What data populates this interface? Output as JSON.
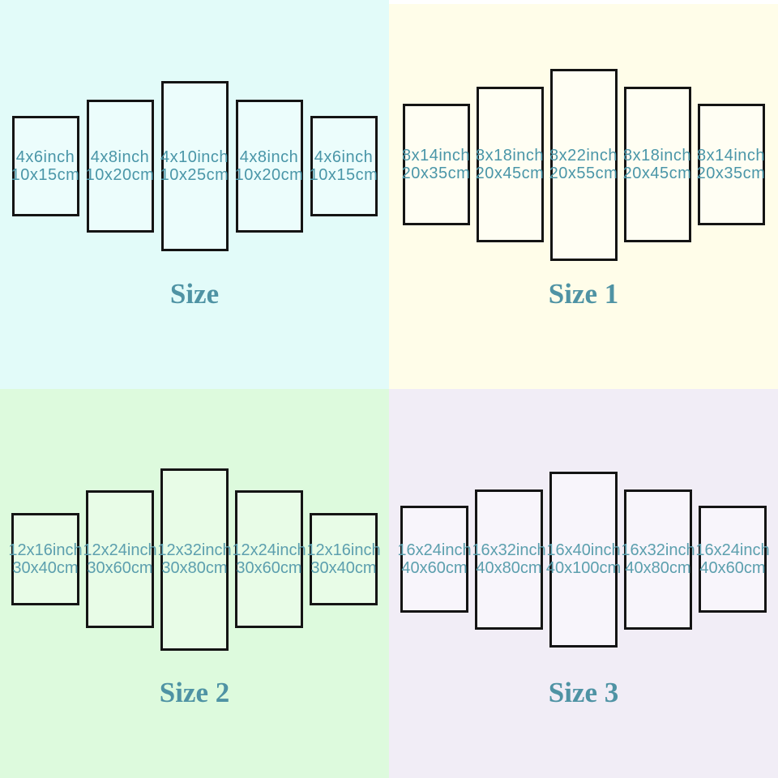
{
  "chart_title": "5-panel canvas wall art size chart",
  "colors": {
    "label_text_top": "#4a96a8",
    "label_text_bottom": "#5c9fae",
    "title_text": "#4f93a4",
    "panel_border": "#141414",
    "quadrant_bg_size": "#e2fbf9",
    "quadrant_bg_size1": "#fffde9",
    "quadrant_bg_size2": "#ddfadd",
    "quadrant_bg_size3": "#f1edf6",
    "panel_fill_size": "#ecfdfc",
    "panel_fill_size1": "#fffef3",
    "panel_fill_size2": "#e8fce7",
    "panel_fill_size3": "#f8f5fb"
  },
  "quadrants": [
    {
      "title": "Size",
      "panels": [
        {
          "inch": "4x6inch",
          "cm": "10x15cm"
        },
        {
          "inch": "4x8inch",
          "cm": "10x20cm"
        },
        {
          "inch": "4x10inch",
          "cm": "10x25cm"
        },
        {
          "inch": "4x8inch",
          "cm": "10x20cm"
        },
        {
          "inch": "4x6inch",
          "cm": "10x15cm"
        }
      ]
    },
    {
      "title": "Size 1",
      "panels": [
        {
          "inch": "8x14inch",
          "cm": "20x35cm"
        },
        {
          "inch": "8x18inch",
          "cm": "20x45cm"
        },
        {
          "inch": "8x22inch",
          "cm": "20x55cm"
        },
        {
          "inch": "8x18inch",
          "cm": "20x45cm"
        },
        {
          "inch": "8x14inch",
          "cm": "20x35cm"
        }
      ]
    },
    {
      "title": "Size 2",
      "panels": [
        {
          "inch": "12x16inch",
          "cm": "30x40cm"
        },
        {
          "inch": "12x24inch",
          "cm": "30x60cm"
        },
        {
          "inch": "12x32inch",
          "cm": "30x80cm"
        },
        {
          "inch": "12x24inch",
          "cm": "30x60cm"
        },
        {
          "inch": "12x16inch",
          "cm": "30x40cm"
        }
      ]
    },
    {
      "title": "Size 3",
      "panels": [
        {
          "inch": "16x24inch",
          "cm": "40x60cm"
        },
        {
          "inch": "16x32inch",
          "cm": "40x80cm"
        },
        {
          "inch": "16x40inch",
          "cm": "40x100cm"
        },
        {
          "inch": "16x32inch",
          "cm": "40x80cm"
        },
        {
          "inch": "16x24inch",
          "cm": "40x60cm"
        }
      ]
    }
  ]
}
